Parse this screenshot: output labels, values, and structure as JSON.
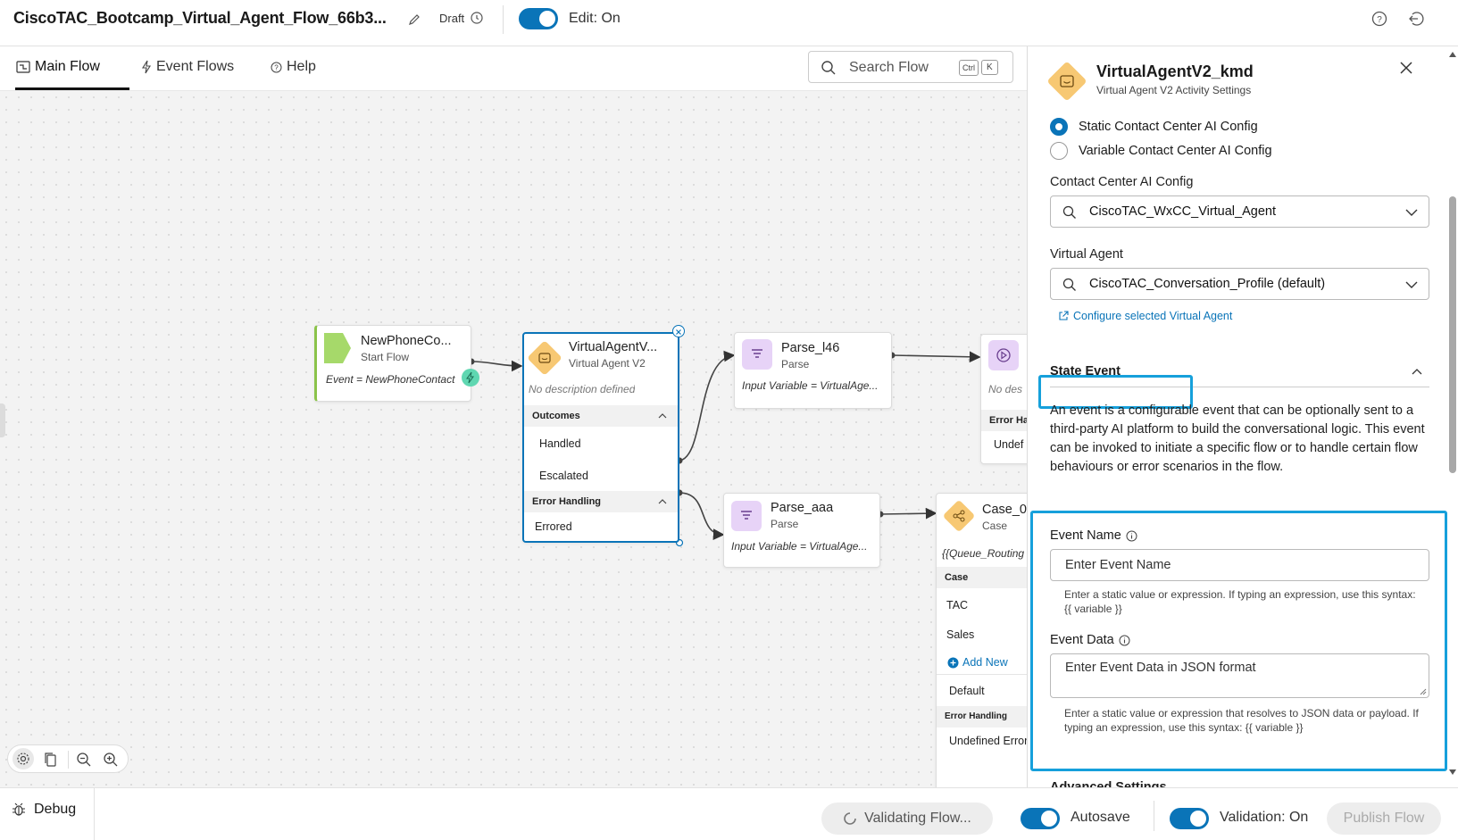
{
  "header": {
    "flow_title": "CiscoTAC_Bootcamp_Virtual_Agent_Flow_66b3...",
    "status": "Draft",
    "edit_toggle_label": "Edit: On"
  },
  "tabs": [
    {
      "label": "Main Flow",
      "active": true
    },
    {
      "label": "Event Flows",
      "active": false
    },
    {
      "label": "Help",
      "active": false
    }
  ],
  "search": {
    "placeholder": "Search Flow",
    "shortcut_keys": [
      "Ctrl",
      "K"
    ]
  },
  "nodes": {
    "start": {
      "title": "NewPhoneCo...",
      "subtitle": "Start Flow",
      "desc": "Event = NewPhoneContact"
    },
    "virtual_agent": {
      "title": "VirtualAgentV...",
      "subtitle": "Virtual Agent V2",
      "desc": "No description defined",
      "outcomes_label": "Outcomes",
      "outcomes": [
        "Handled",
        "Escalated"
      ],
      "error_label": "Error Handling",
      "errors": [
        "Errored"
      ]
    },
    "parse1": {
      "title": "Parse_l46",
      "subtitle": "Parse",
      "desc": "Input Variable = VirtualAge..."
    },
    "parse2": {
      "title": "Parse_aaa",
      "subtitle": "Parse",
      "desc": "Input Variable = VirtualAge..."
    },
    "play": {
      "desc": "No des",
      "error_label": "Error Ha",
      "error_item": "Undef"
    },
    "case": {
      "title": "Case_0",
      "subtitle": "Case",
      "desc": "{{Queue_Routing",
      "case_label": "Case",
      "cases": [
        "TAC",
        "Sales"
      ],
      "add_new": "Add New",
      "default": "Default",
      "error_label": "Error Handling",
      "error_item": "Undefined Error"
    }
  },
  "panel": {
    "title": "VirtualAgentV2_kmd",
    "subtitle": "Virtual Agent V2 Activity Settings",
    "radio_static": "Static Contact Center AI Config",
    "radio_variable": "Variable Contact Center AI Config",
    "ccai_label": "Contact Center AI Config",
    "ccai_value": "CiscoTAC_WxCC_Virtual_Agent",
    "va_label": "Virtual Agent",
    "va_value": "CiscoTAC_Conversation_Profile (default)",
    "configure_link": "Configure selected Virtual Agent",
    "state_event_title": "State Event",
    "state_event_desc": "An event is a configurable event that can be optionally sent to a third-party AI platform to build the conversational logic. This event can be invoked to initiate a specific flow or to handle certain flow behaviours or error scenarios in the flow.",
    "event_name_label": "Event Name",
    "event_name_placeholder": "Enter Event Name",
    "event_name_help": "Enter a static value or expression. If typing an expression, use this syntax: {{ variable }}",
    "event_data_label": "Event Data",
    "event_data_placeholder": "Enter Event Data in JSON format",
    "event_data_help": "Enter a static value or expression that resolves to JSON data or payload. If typing an expression, use this syntax: {{ variable }}",
    "advanced_settings": "Advanced Settings"
  },
  "bottombar": {
    "debug": "Debug",
    "validating": "Validating Flow...",
    "autosave": "Autosave",
    "validation": "Validation: On",
    "publish": "Publish Flow"
  },
  "colors": {
    "accent": "#0a74b8",
    "highlight": "#16a0db",
    "start_green": "#a6d96a",
    "virtual_agent_orange": "#f7c873",
    "parse_purple": "#e7d3f7"
  }
}
